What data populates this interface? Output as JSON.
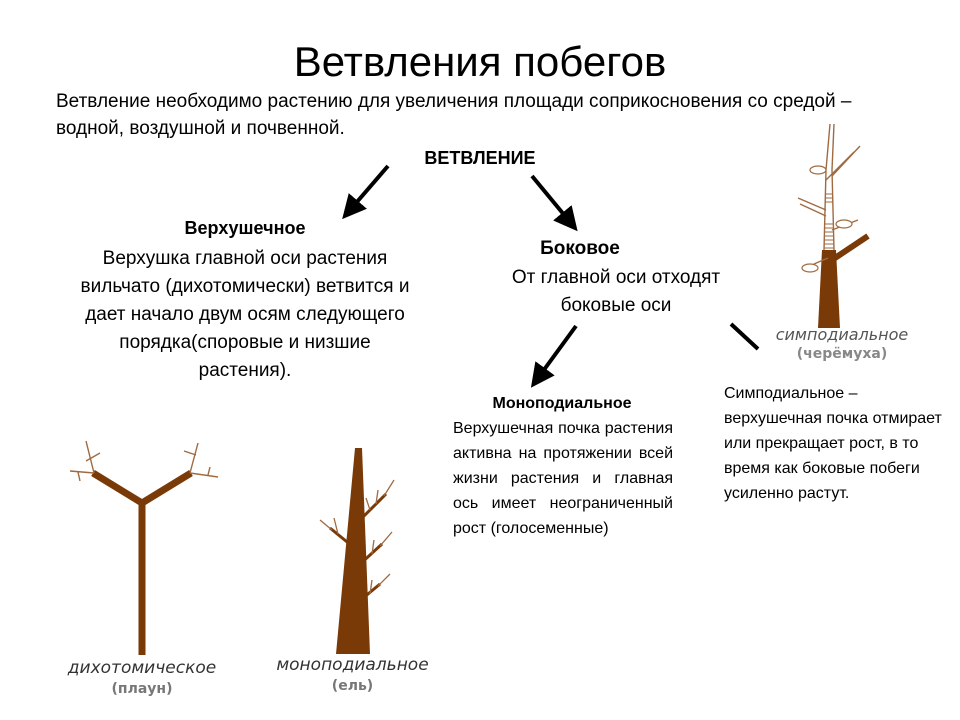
{
  "title": "Ветвления побегов",
  "intro": "Ветвление необходимо растению для увеличения площади соприкосновения со средой – водной, воздушной и почвенной.",
  "root_label": "ВЕТВЛЕНИЕ",
  "apical": {
    "heading": "Верхушечное",
    "text": "Верхушка  главной оси растения вильчато (дихотомически) ветвится и дает начало двум осям следующего порядка(споровые и низшие растения)."
  },
  "lateral": {
    "heading": "Боковое",
    "text": "От главной оси отходят боковые оси"
  },
  "monopodial": {
    "heading": "Моноподиальное",
    "text": "Верхушечная почка растения активна на протяжении всей жизни растения и главная ось имеет неограниченный рост (голосеменные)"
  },
  "sympodial": {
    "text": "Симподиальное – верхушечная почка отмирает или прекращает рост, в то время как боковые побеги усиленно растут."
  },
  "figures": {
    "dichotomous": {
      "caption": "дихотомическое",
      "sub": "(плаун)"
    },
    "monopodial": {
      "caption": "моноподиальное",
      "sub": "(ель)"
    },
    "sympodial": {
      "caption": "симподиальное",
      "sub": "(черёмуха)"
    }
  },
  "colors": {
    "trunk": "#7a3a08",
    "arrow": "#000000"
  }
}
